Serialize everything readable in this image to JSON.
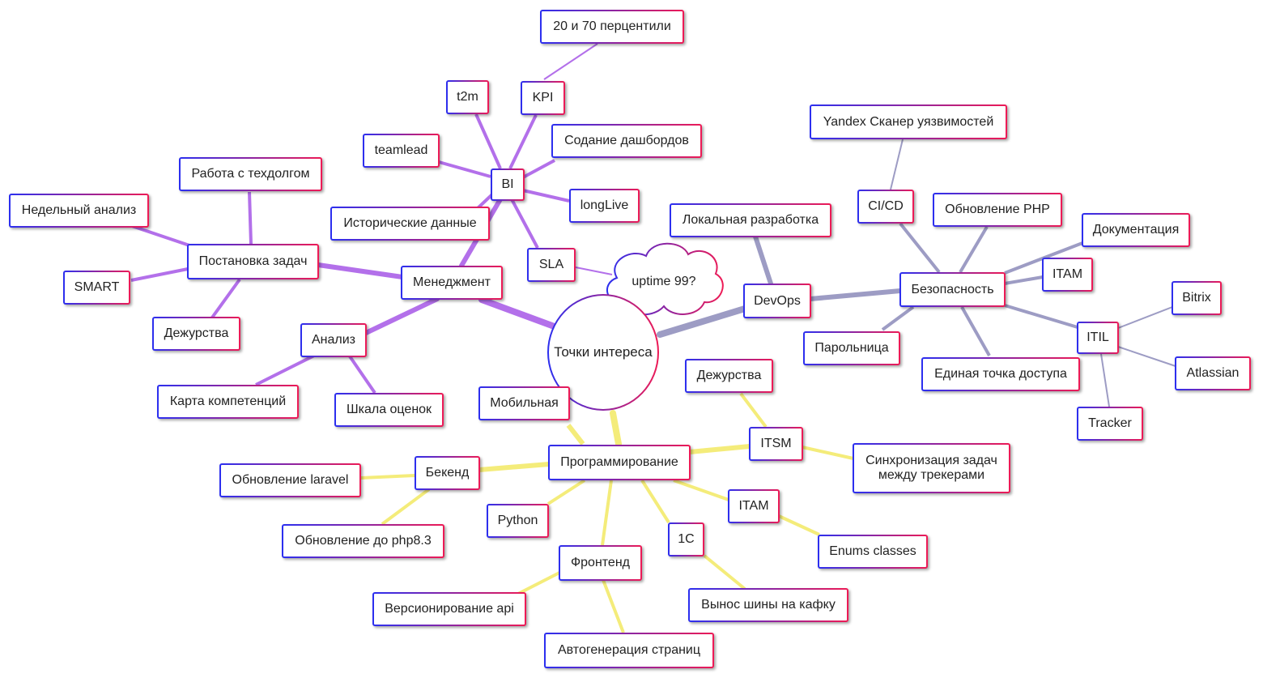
{
  "diagram": {
    "colors": {
      "management": "#b370ea",
      "devops": "#9d9cc4",
      "programming": "#f4ec7a",
      "border_start": "#2b2ff0",
      "border_end": "#ee1a55"
    },
    "nodes": {
      "center": "Точки интереса",
      "management": "Менеджмент",
      "bi": "BI",
      "kpi": "KPI",
      "percentiles": "20 и 70 перцентили",
      "t2m": "t2m",
      "teamlead": "teamlead",
      "dashboards": "Содание дашбордов",
      "longlive": "longLive",
      "historical": "Исторические данные",
      "sla": "SLA",
      "uptime": "uptime 99?",
      "tasks": "Постановка задач",
      "techdebt": "Работа с техдолгом",
      "weekly": "Недельный анализ",
      "smart": "SMART",
      "duty_mgmt": "Дежурства",
      "analysis": "Анализ",
      "competence": "Карта компетенций",
      "scale": "Шкала оценок",
      "devops": "DevOps",
      "localdev": "Локальная разработка",
      "security": "Безопасность",
      "cicd": "CI/CD",
      "yandex": "Yandex Сканер уязвимостей",
      "php": "Обновление PHP",
      "docs": "Документация",
      "itam_sec": "ITAM",
      "itil": "ITIL",
      "bitrix": "Bitrix",
      "atlassian": "Atlassian",
      "tracker": "Tracker",
      "passwords": "Парольница",
      "sso": "Единая точка доступа",
      "programming": "Программирование",
      "mobile": "Мобильная",
      "itsm": "ITSM",
      "duty_prog": "Дежурства",
      "sync": "Синхронизация задач между трекерами",
      "backend": "Бекенд",
      "laravel": "Обновление laravel",
      "php83": "Обновление до php8.3",
      "python": "Python",
      "itam_prog": "ITAM",
      "enums": "Enums classes",
      "onec": "1С",
      "kafka": "Вынос шины на кафку",
      "frontend": "Фронтенд",
      "api": "Версионирование api",
      "autogen": "Автогенерация страниц"
    }
  }
}
